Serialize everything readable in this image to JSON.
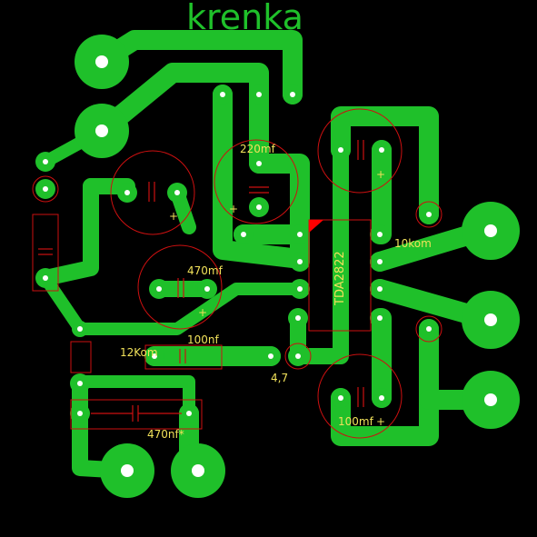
{
  "board": {
    "title": "krenka",
    "colors": {
      "background": "#000000",
      "copper": "#1fc02a",
      "outline": "#cc1010",
      "silkscreen": "#f1e15a",
      "hole": "#ffffff"
    }
  },
  "labels": {
    "cap_220": "220mf",
    "cap_470_upper": "470mf",
    "res_12k": "12Kom",
    "cap_100nf": "100nf",
    "res_47": "4,7",
    "cap_100mf": "100mf",
    "cap_470nf": "470nf*",
    "res_10k": "10kom",
    "chip": "TDA2822",
    "plus": "+"
  }
}
